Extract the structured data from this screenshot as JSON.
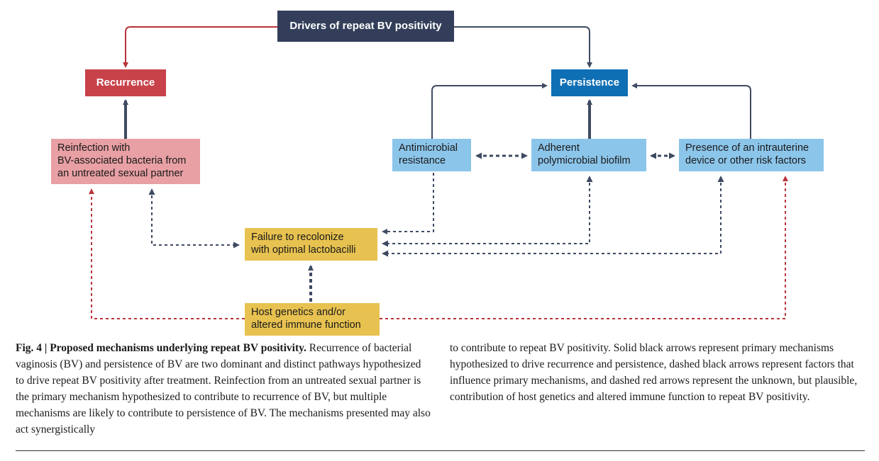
{
  "nodes": {
    "drivers": "Drivers of repeat BV positivity",
    "recurrence": "Recurrence",
    "persistence": "Persistence",
    "reinfection": "Reinfection with\nBV-associated bacteria from\nan untreated sexual partner",
    "antimicrobial": "Antimicrobial\nresistance",
    "biofilm": "Adherent\npolymicrobial biofilm",
    "iud": "Presence of an intrauterine\ndevice or other risk factors",
    "failure": "Failure to recolonize\nwith optimal lactobacilli",
    "host": "Host genetics and/or\naltered immune function"
  },
  "caption": {
    "fig_label": "Fig. 4 | Proposed mechanisms underlying repeat BV positivity.",
    "left_text": " Recurrence of bacterial vaginosis (BV) and persistence of BV are two dominant and distinct pathways hypothesized to drive repeat BV positivity after treatment. Reinfection from an untreated sexual partner is the primary mechanism hypothesized to contribute to recurrence of BV, but multiple mechanisms are likely to contribute to persistence of BV. The mechanisms presented may also act synergistically",
    "right_text": "to contribute to repeat BV positivity. Solid black arrows represent primary mechanisms hypothesized to drive recurrence and persistence, dashed black arrows represent factors that influence primary mechanisms, and dashed red arrows represent the unknown, but plausible, contribution of host genetics and altered immune function to repeat BV positivity."
  },
  "colors": {
    "dark_navy": "#333f5a",
    "recurrence_red": "#c8424a",
    "persistence_blue": "#0f6fb4",
    "pink": "#e8a0a4",
    "light_blue": "#8cc5ea",
    "yellow": "#e8c250",
    "arrow_red": "#b8343a",
    "arrow_dark": "#3e4a62"
  }
}
